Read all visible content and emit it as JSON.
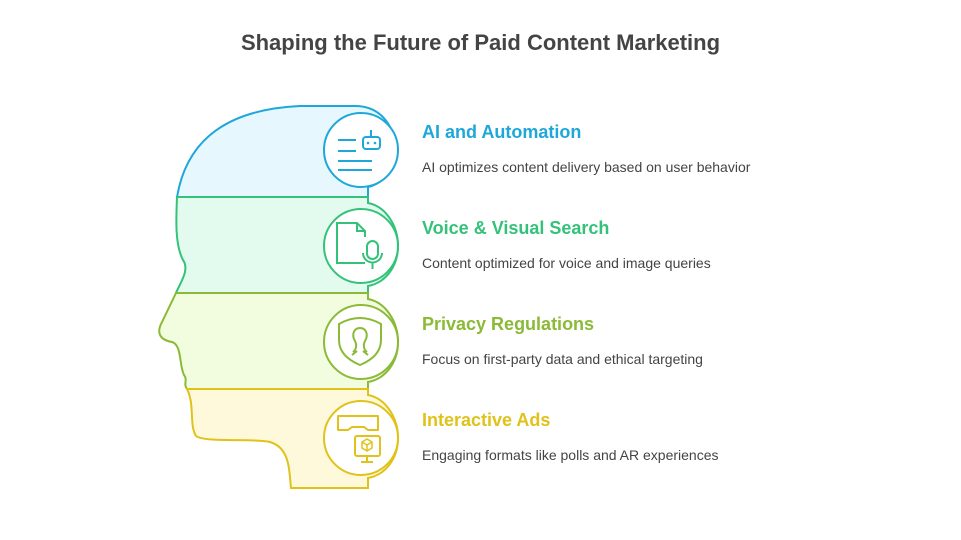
{
  "title": "Shaping the Future of Paid Content Marketing",
  "items": [
    {
      "title": "AI and Automation",
      "description": "AI optimizes content delivery based on user behavior",
      "icon": "robot-document-icon",
      "color": "#1ea7da",
      "fill": "#e6f7fd"
    },
    {
      "title": "Voice & Visual Search",
      "description": "Content optimized for voice and image queries",
      "icon": "document-microphone-icon",
      "color": "#34c27a",
      "fill": "#e3fbef"
    },
    {
      "title": "Privacy Regulations",
      "description": "Focus on first-party data and ethical targeting",
      "icon": "shield-user-icon",
      "color": "#8aba36",
      "fill": "#f2fde0"
    },
    {
      "title": "Interactive Ads",
      "description": "Engaging formats like polls and AR experiences",
      "icon": "vr-cube-icon",
      "color": "#e0c21a",
      "fill": "#fff9dc"
    }
  ]
}
